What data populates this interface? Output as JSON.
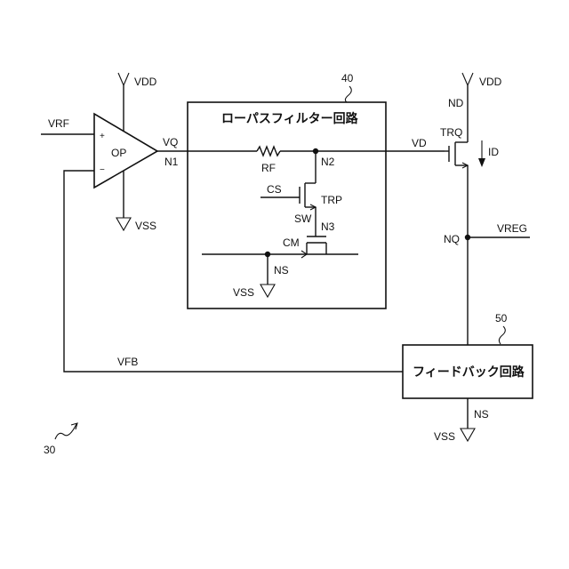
{
  "diagram": {
    "labels": {
      "vdd_left": "VDD",
      "vdd_right": "VDD",
      "nd": "ND",
      "vrf": "VRF",
      "plus": "+",
      "minus": "−",
      "op": "OP",
      "vss_op": "VSS",
      "vq": "VQ",
      "n1": "N1",
      "rf": "RF",
      "n2": "N2",
      "vd": "VD",
      "trq": "TRQ",
      "id": "ID",
      "cs": "CS",
      "trp": "TRP",
      "sw": "SW",
      "n3": "N3",
      "cm": "CM",
      "ns_lpf": "NS",
      "vss_lpf": "VSS",
      "nq": "NQ",
      "vreg": "VREG",
      "vfb": "VFB",
      "ns_fb": "NS",
      "vss_fb": "VSS",
      "ref_30": "30"
    },
    "lowpass_filter": {
      "number": "40",
      "title": "ローパスフィルター回路"
    },
    "feedback_circuit": {
      "number": "50",
      "title": "フィードバック回路"
    }
  }
}
